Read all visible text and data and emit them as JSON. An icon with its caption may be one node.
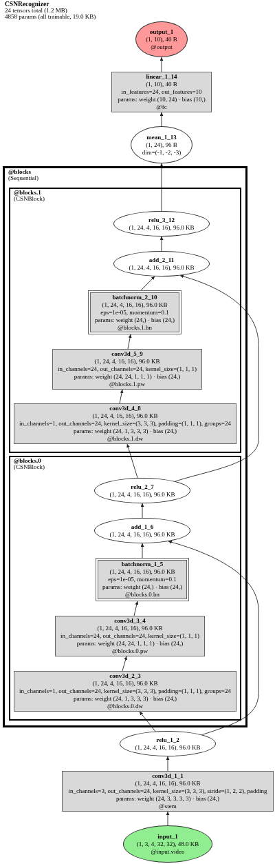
{
  "diagram": {
    "title": "CSNRecognizer",
    "nodes": [
      {
        "text": [
          "output_1",
          "(1, 10), 40 B",
          "@output"
        ]
      },
      {
        "text": [
          "linear_1_14",
          "(1, 10), 40 B",
          "in_features=24, out_features=10",
          "params: weight (10, 24) · bias (10,)",
          "@fc"
        ]
      },
      {
        "text": [
          "mean_1_13",
          "(1, 24), 96 B",
          "dim=(-1, -2, -3)"
        ]
      },
      {
        "text": [
          "@blocks",
          "(Sequential)"
        ]
      },
      {
        "text": [
          "@blocks.1",
          "(CSNBlock)"
        ],
        "in": 3
      },
      {
        "text": [
          "relu_3_12",
          "(1, 24, 4, 16, 16), 96.0 KB"
        ],
        "in": 4
      },
      {
        "text": [
          "add_2_11",
          "(1, 24, 4, 16, 16), 96.0 KB"
        ],
        "in": 4
      },
      {
        "text": [
          "batchnorm_2_10",
          "(1, 24, 4, 16, 16), 96.0 KB",
          "eps=1e-05, momentum=0.1",
          "params: weight (24,) · bias (24,)",
          "@blocks.1.bn"
        ],
        "in": 4
      },
      {
        "text": [
          "conv3d_5_9",
          "(1, 24, 4, 16, 16), 96.0 KB",
          "in_channels=24, out_channels=24, kernel_size=(1, 1, 1)",
          "params: weight (24, 24, 1, 1, 1) · bias (24,)",
          "@blocks.1.pw"
        ],
        "in": 4
      },
      {
        "text": [
          "conv3d_4_8",
          "(1, 24, 4, 16, 16), 96.0 KB",
          "in_channels=1, out_channels=24, kernel_size=(3, 3, 3), padding=(1, 1, 1), groups=24",
          "params: weight (24, 1, 3, 3, 3) · bias (24,)",
          "@blocks.1.dw"
        ],
        "in": 4
      },
      {
        "text": [
          "@blocks.0",
          "(CSNBlock)"
        ],
        "in": 3
      },
      {
        "text": [
          "relu_2_7",
          "(1, 24, 4, 16, 16), 96.0 KB"
        ],
        "in": 10
      },
      {
        "text": [
          "add_1_6",
          "(1, 24, 4, 16, 16), 96.0 KB"
        ],
        "in": 10
      },
      {
        "text": [
          "batchnorm_1_5",
          "(1, 24, 4, 16, 16), 96.0 KB",
          "eps=1e-05, momentum=0.1",
          "params: weight (24,) · bias (24,)",
          "@blocks.0.bn"
        ],
        "in": 10
      },
      {
        "text": [
          "conv3d_3_4",
          "(1, 24, 4, 16, 16), 96.0 KB",
          "in_channels=24, out_channels=24, kernel_size=(1, 1, 1)",
          "params: weight (24, 24, 1, 1, 1) · bias (24,)",
          "@blocks.0.pw"
        ],
        "in": 10
      },
      {
        "text": [
          "conv3d_2_3",
          "(1, 24, 4, 16, 16), 96.0 KB",
          "in_channels=1, out_channels=24, kernel_size=(3, 3, 3), padding=(1, 1, 1), groups=24",
          "params: weight (24, 1, 3, 3, 3) · bias (24,)",
          "@blocks.0.dw"
        ],
        "in": 10
      },
      {
        "text": [
          "relu_1_2",
          "(1, 24, 4, 16, 16), 96.0 KB"
        ]
      },
      {
        "text": [
          "conv3d_1_1",
          "(1, 24, 4, 16, 16), 96.0 KB",
          "in_channels=3, out_channels=24, kernel_size=(3, 3, 3), stride=(1, 2, 2), padding",
          "params: weight (24, 3, 3, 3, 3) · bias (24,)",
          "@stem"
        ]
      },
      {
        "text": [
          "input_1",
          "(1, 3, 4, 32, 32), 48.0 KB",
          "@input.video"
        ]
      }
    ],
    "edges": [
      {
        "from": 18,
        "to": 17,
        "arrow": "to"
      },
      {
        "from": 17,
        "to": 16,
        "arrow": "to"
      },
      {
        "from": 16,
        "to": 15,
        "arrow": "to"
      },
      {
        "from": 16,
        "to": 12,
        "arrow": "to"
      },
      {
        "from": 15,
        "to": 14,
        "arrow": "to"
      },
      {
        "from": 14,
        "to": 13,
        "arrow": "to"
      },
      {
        "from": 13,
        "to": 12,
        "arrow": "to"
      },
      {
        "from": 12,
        "to": 11,
        "arrow": "to"
      },
      {
        "from": 11,
        "to": 9,
        "arrow": "to"
      },
      {
        "from": 11,
        "to": 6,
        "arrow": "to"
      },
      {
        "from": 9,
        "to": 8,
        "arrow": "to"
      },
      {
        "from": 8,
        "to": 7,
        "arrow": "to"
      },
      {
        "from": 7,
        "to": 6,
        "arrow": "to"
      },
      {
        "from": 6,
        "to": 5,
        "arrow": "to"
      },
      {
        "from": 5,
        "to": 2,
        "arrow": "to"
      },
      {
        "from": 2,
        "to": 1,
        "arrow": "to"
      },
      {
        "from": 1,
        "to": 0,
        "arrow": "to"
      }
    ],
    "labels": [
      "24 tensors total (1.2 MB)",
      "4858 params (all trainable, 19.0 KB)"
    ]
  }
}
